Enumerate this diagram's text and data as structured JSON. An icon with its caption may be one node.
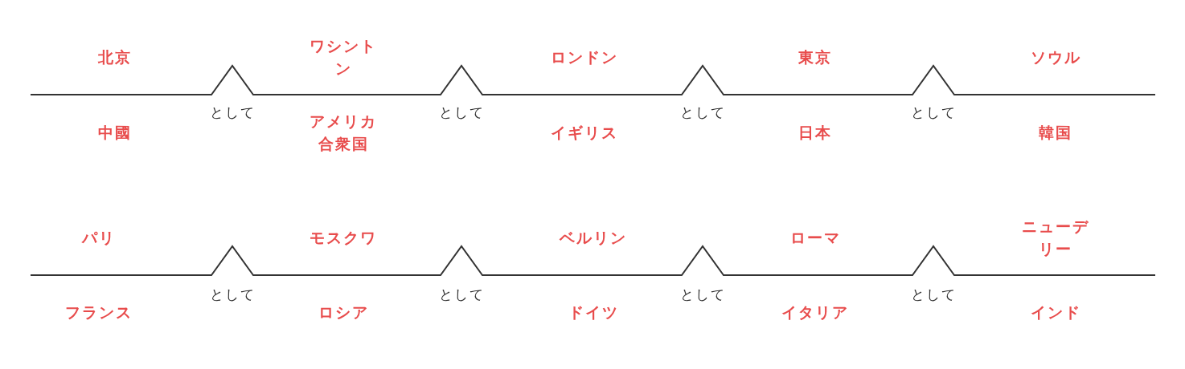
{
  "diagram": {
    "labels": [
      "北京",
      "ワシントン",
      "ロンドン",
      "東京",
      "ソウル",
      "として",
      "として",
      "として",
      "として",
      "中國",
      "アメリカ合衆国",
      "イギリス",
      "日本",
      "韓国",
      "パリ",
      "モスクワ",
      "ベルリン",
      "ローマ",
      "ニューデリー",
      "として",
      "として",
      "として",
      "として",
      "フランス",
      "ロシア",
      "ドイツ",
      "イタリア",
      "インド"
    ]
  }
}
